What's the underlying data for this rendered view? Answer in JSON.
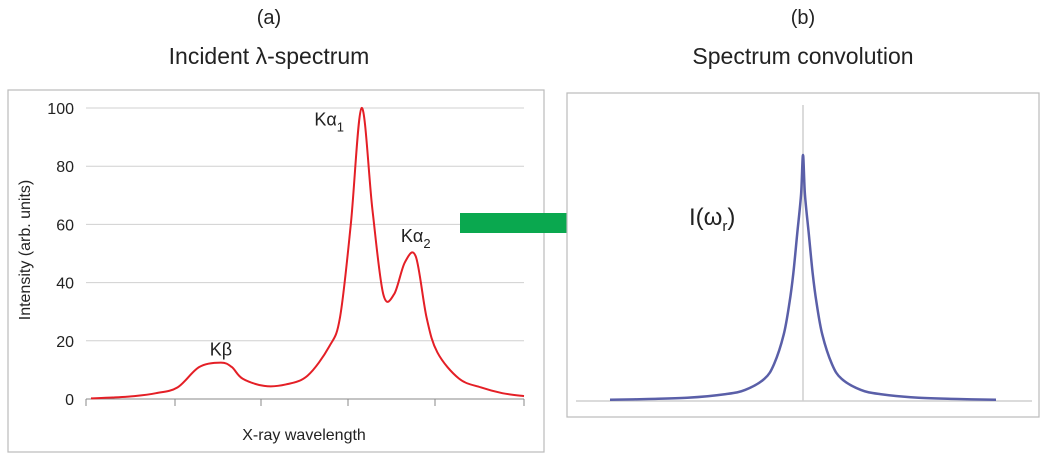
{
  "panel_a": {
    "letter": "(a)",
    "title": "Incident λ-spectrum"
  },
  "panel_b": {
    "letter": "(b)",
    "title": "Spectrum convolution",
    "intensity_label": "I(ω",
    "intensity_sub": "r",
    "intensity_close": ")"
  },
  "colors": {
    "curve_a": "#e41f26",
    "curve_b": "#5a5fa8",
    "arrow": "#0aa84f",
    "grid": "#d0d0d0",
    "frame": "#bbbbbb"
  },
  "arrow": {
    "icon": "arrow-right-icon"
  },
  "chart_data": [
    {
      "type": "line",
      "title": "Incident λ-spectrum",
      "xlabel": "X-ray wavelength",
      "ylabel": "Intensity (arb. units)",
      "ylim": [
        0,
        100
      ],
      "xlim": [
        0,
        10
      ],
      "yticks": [
        0,
        20,
        40,
        60,
        80,
        100
      ],
      "grid": true,
      "series": [
        {
          "x": [
            0,
            0.5,
            1,
            1.5,
            2,
            2.5,
            3,
            3.25,
            3.5,
            4,
            4.5,
            5,
            5.5,
            5.75,
            6,
            6.25,
            6.5,
            6.75,
            7,
            7.25,
            7.5,
            7.75,
            8,
            8.5,
            9,
            9.5,
            10
          ],
          "y": [
            0.2,
            0.5,
            1,
            2,
            4,
            11,
            12.5,
            11,
            7,
            4.5,
            5,
            8,
            18,
            28,
            60,
            100,
            65,
            36,
            36,
            47,
            49,
            28,
            16,
            7,
            4,
            2,
            1
          ]
        }
      ],
      "annotations": [
        {
          "text": "Kβ",
          "x": 3,
          "y": 15
        },
        {
          "text": "Kα",
          "sub": "1",
          "x": 5.5,
          "y": 94
        },
        {
          "text": "Kα",
          "sub": "2",
          "x": 7.5,
          "y": 54
        }
      ]
    },
    {
      "type": "line",
      "title": "Spectrum convolution",
      "xlim": [
        -5,
        5
      ],
      "ylim": [
        0,
        100
      ],
      "grid": false,
      "series": [
        {
          "x": [
            -5,
            -4,
            -3,
            -2,
            -1.5,
            -1,
            -0.75,
            -0.5,
            -0.35,
            -0.25,
            -0.15,
            -0.05,
            0,
            0.05,
            0.15,
            0.25,
            0.35,
            0.5,
            0.75,
            1,
            1.5,
            2,
            3,
            4,
            5
          ],
          "y": [
            0.5,
            0.8,
            1.3,
            2.8,
            4.5,
            9,
            15,
            27,
            40,
            52,
            68,
            84,
            100,
            84,
            68,
            52,
            40,
            27,
            15,
            9,
            4.5,
            2.8,
            1.3,
            0.8,
            0.5
          ]
        }
      ]
    }
  ]
}
